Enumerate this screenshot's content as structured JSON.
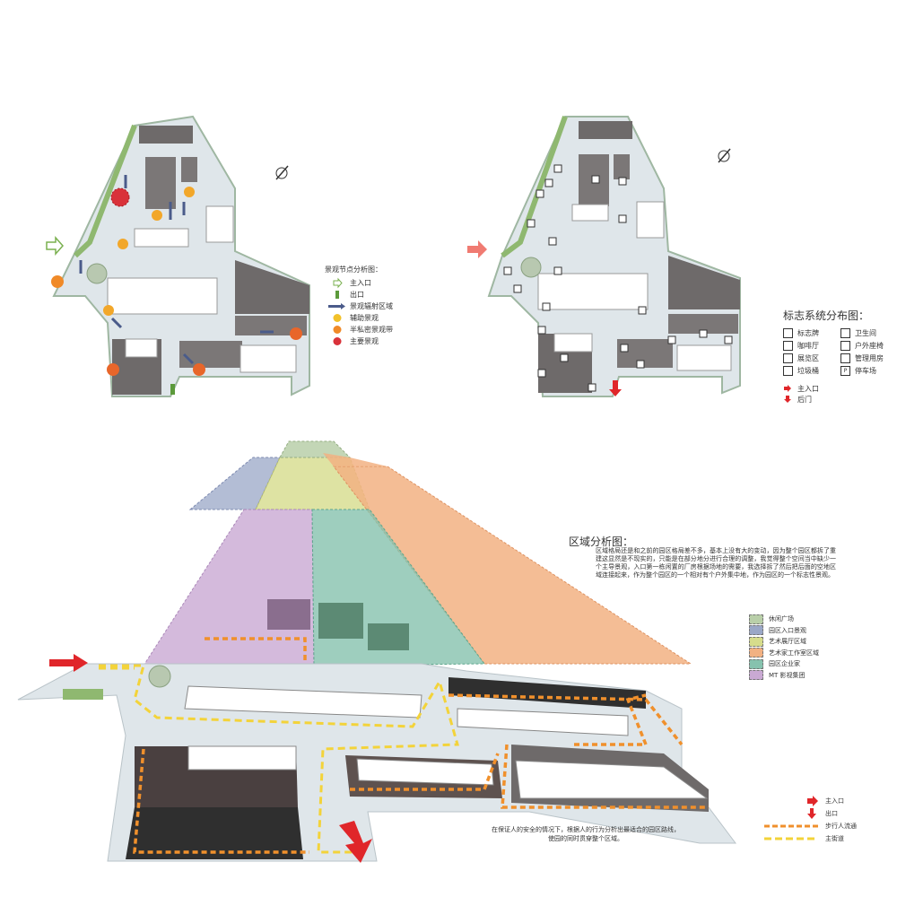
{
  "plan1_legend": {
    "title": "景观节点分析图：",
    "items": [
      {
        "label": "主入口",
        "symbol": "arrow-outline-icon"
      },
      {
        "label": "出口",
        "symbol": "arrow-down-green-icon"
      },
      {
        "label": "景观辐射区域",
        "symbol": "radiation-arrow-icon"
      },
      {
        "label": "辅助景观",
        "symbol": "yellow-dot-icon"
      },
      {
        "label": "半私密景观带",
        "symbol": "orange-dot-icon"
      },
      {
        "label": "主要景观",
        "symbol": "red-dot-icon"
      }
    ]
  },
  "plan2_legend": {
    "title": "标志系统分布图：",
    "items": [
      {
        "label": "标志牌",
        "symbol": "sign-icon"
      },
      {
        "label": "卫生间",
        "symbol": "toilet-icon"
      },
      {
        "label": "咖啡厅",
        "symbol": "coffee-icon"
      },
      {
        "label": "户外座椅",
        "symbol": "bench-icon"
      },
      {
        "label": "展览区",
        "symbol": "exhibit-icon"
      },
      {
        "label": "管理用房",
        "symbol": "office-icon"
      },
      {
        "label": "垃圾桶",
        "symbol": "trash-icon"
      },
      {
        "label": "停车场",
        "symbol": "parking-icon",
        "glyph": "P"
      }
    ],
    "entries": [
      {
        "label": "主入口",
        "symbol": "red-arrow-right-icon"
      },
      {
        "label": "后门",
        "symbol": "red-arrow-down-icon"
      }
    ]
  },
  "zone_analysis": {
    "title": "区域分析图：",
    "description": "区域格局还是和之前的园区格局差不多，基本上没有大的变动，因为整个园区都拆了重建这显然是不现实的，只能是在部分地分进行合理的调整，我觉得整个空间当中缺少一个主导景观，入口第一栋闲置的厂房根据场地的需要，我选择拆了然后把后面的空地区域连接起来，作为整个园区的一个相对有个户外集中地，作为园区的一个标志性景观。",
    "zones": [
      {
        "label": "休闲广场",
        "color": "#b9cfa9"
      },
      {
        "label": "园区入口景观",
        "color": "#9aa7c7"
      },
      {
        "label": "艺术展厅区域",
        "color": "#d6dc8c"
      },
      {
        "label": "艺术家工作室区域",
        "color": "#f2b182"
      },
      {
        "label": "园区企业家",
        "color": "#86c2ae"
      },
      {
        "label": "MT 影视集团",
        "color": "#c9a9d3"
      }
    ]
  },
  "flow_legend": {
    "items": [
      {
        "label": "主入口",
        "symbol": "red-arrow-right-icon"
      },
      {
        "label": "出口",
        "symbol": "red-arrow-down-icon"
      },
      {
        "label": "步行人流通",
        "symbol": "orange-dash-line"
      },
      {
        "label": "主街道",
        "symbol": "yellow-dash-line"
      }
    ]
  },
  "flow_note": "在保证人的安全的情况下，根据人的行为分析出最适合的园区路线，使园的同时贯穿整个区域。",
  "colors": {
    "path": "#dfe6ea",
    "roof_dark": "#6e6a6a",
    "grass": "#8fb870",
    "orange_flow": "#f0902c",
    "yellow_flow": "#f3d33a",
    "red_arrow": "#e0262a"
  }
}
